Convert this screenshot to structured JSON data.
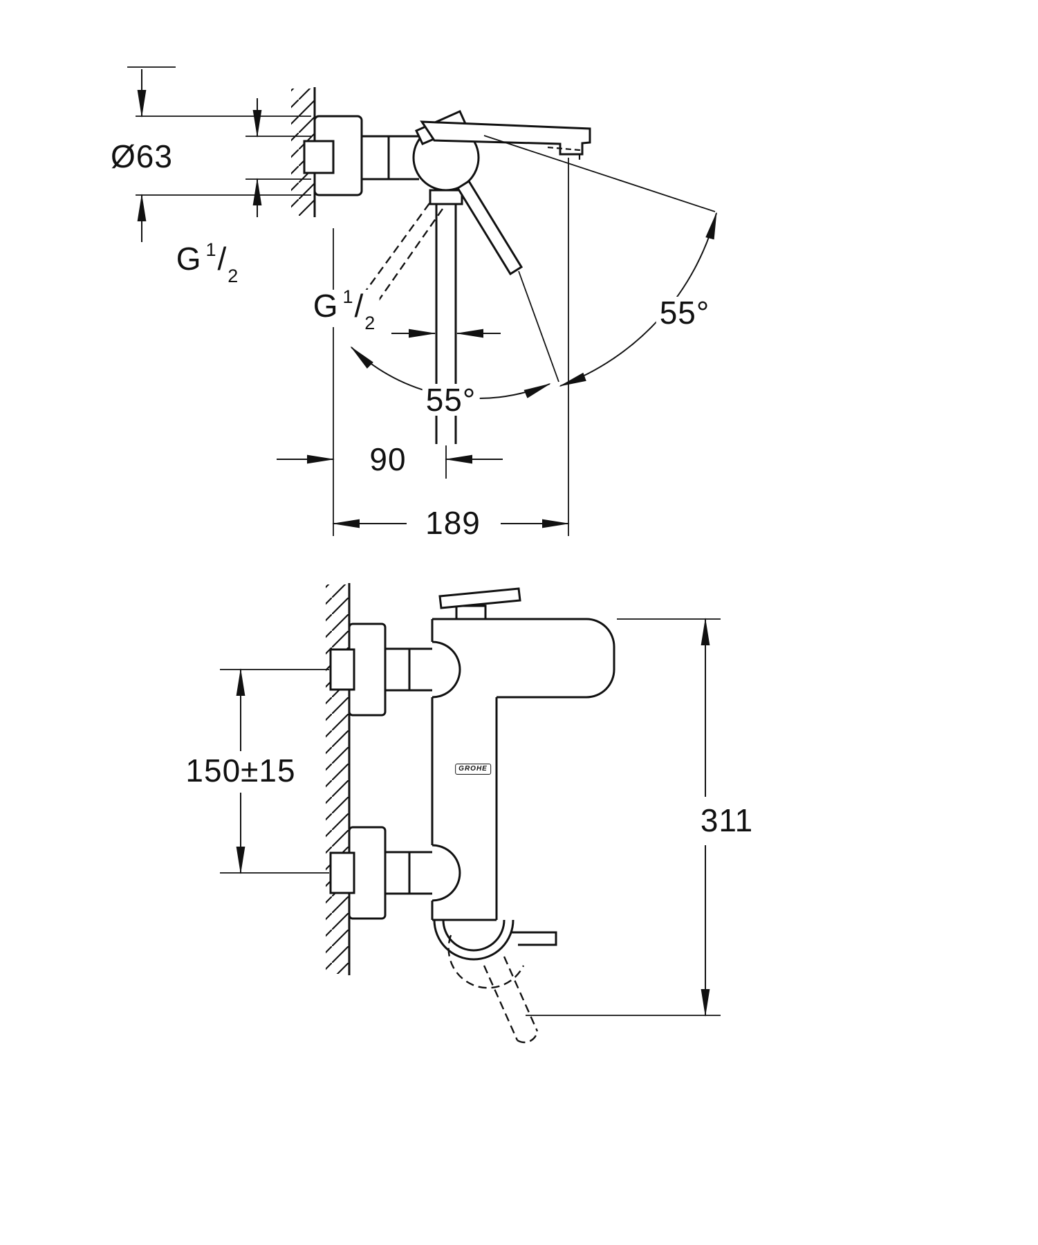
{
  "drawing": {
    "background": "#ffffff",
    "line_color": "#111111",
    "labels": {
      "diameter": "Ø63",
      "thread": {
        "prefix": "G",
        "numerator": "1",
        "slash": "/",
        "denominator": "2"
      },
      "handle_angle": "55°",
      "outlet_angle": "55°",
      "wall_to_outlet": "90",
      "wall_to_spout": "189",
      "inlet_spacing": "150±15",
      "overall_height": "311"
    },
    "logo": "GROHE"
  }
}
